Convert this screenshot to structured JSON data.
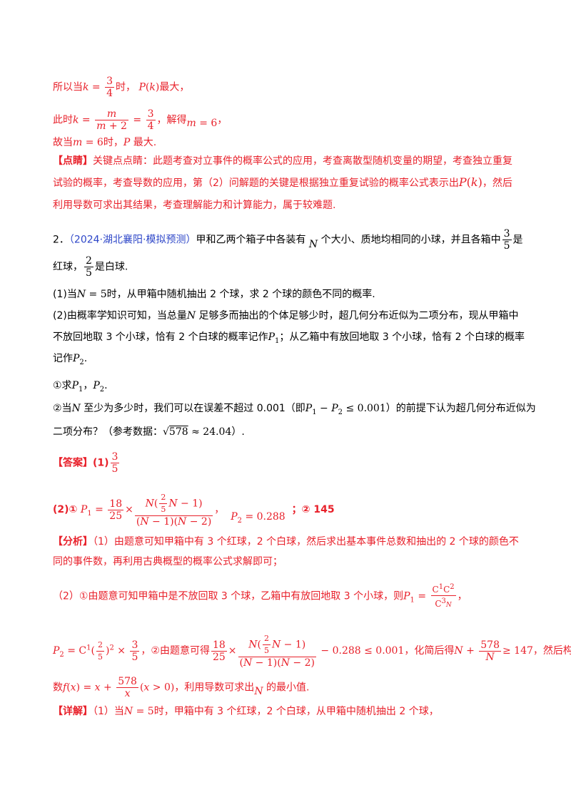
{
  "l1": {
    "a": "所以当",
    "b": "时，",
    "c": "最大，"
  },
  "l2": {
    "a": "此时",
    "b": "，解得",
    "c": "，"
  },
  "l3": {
    "a": "故当",
    "b": "时，",
    "c": "最大."
  },
  "review": {
    "tag": "【点睛】",
    "t1": "关键点点睛：此题考查对立事件的概率公式的应用，考查离散型随机变量的期望，考查独立重复",
    "t2": "试验的概率，考查导数的应用，第（2）问解题的关键是根据独立重复试验的概率公式表示出",
    "t2b": "，然后",
    "t3": "利用导数可求出其结果，考查理解能力和计算能力，属于较难题."
  },
  "q2": {
    "num": "2．",
    "source": "（2024·湖北襄阳·模拟预测）",
    "t1a": "甲和乙两个箱子中各装有",
    "t1b": "个大小、质地均相同的小球，并且各箱中",
    "t1c": "是",
    "t2a": "红球，",
    "t2b": "是白球.",
    "p1a": "(1)当",
    "p1b": "时，从甲箱中随机抽出 2 个球，求 2 个球的颜色不同的概率.",
    "p2a": "(2)由概率学知识可知，当总量",
    "p2b": "足够多而抽出的个体足够少时，超几何分布近似为二项分布，现从甲箱中",
    "p2c": "不放回地取 3 个小球，恰有 2 个白球的概率记作",
    "p2d": "；从乙箱中有放回地取 3 个小球，恰有 2 个白球的概率",
    "p2e": "记作",
    "p2f": ".",
    "s1a": "①求",
    "s1b": "，",
    "s1c": ".",
    "s2a": "②当",
    "s2b": "至少为多少时，我们可以在误差不超过 0.001（即",
    "s2c": "）的前提下认为超几何分布近似为",
    "s2d": "二项分布？（参考数据：",
    "s2e": "）."
  },
  "answer": {
    "tag": "【答案】",
    "a1": "(1)",
    "a2": "(2)①",
    "a2b": "，",
    "a2c": "；② 145"
  },
  "analysis": {
    "tag": "【分析】",
    "t1": "（1）由题意可知甲箱中有 3 个红球，2 个白球，然后求出基本事件总数和抽出的 2 个球的颜色不",
    "t2": "同的事件数，再利用古典概型的概率公式求解即可；",
    "t3a": "（2）①由题意可知甲箱中是不放回取 3 个球，乙箱中有放回地取 3 个小球，则",
    "t3b": "，",
    "t4a": "，②由题意可得",
    "t4b": "，化简后得",
    "t4c": "，然后构造函",
    "t5a": "数",
    "t5b": "，利用导数可求出",
    "t5c": "的最小值."
  },
  "detail": {
    "tag": "【详解】",
    "t1a": "（1）当",
    "t1b": "时，甲箱中有 3 个红球，2 个白球，从甲箱中随机抽出 2 个球，"
  }
}
